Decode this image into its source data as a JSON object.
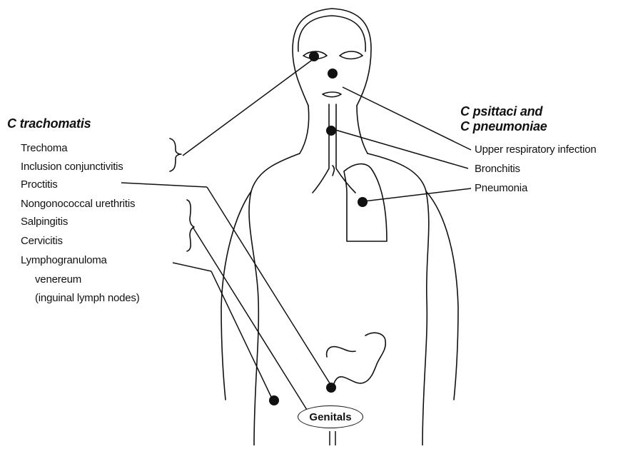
{
  "diagram": {
    "left_group": {
      "title": "C trachomatis",
      "items": [
        "Trechoma",
        "Inclusion conjunctivitis",
        "Proctitis",
        "Nongonococcal urethritis",
        "Salpingitis",
        "Cervicitis",
        "Lymphogranuloma",
        "venereum",
        "(inguinal lymph nodes)"
      ]
    },
    "right_group": {
      "title_line1": "C psittaci and",
      "title_line2": "C pneumoniae",
      "items": [
        "Upper respiratory infection",
        "Bronchitis",
        "Pneumonia"
      ]
    },
    "center_label": "Genitals"
  }
}
